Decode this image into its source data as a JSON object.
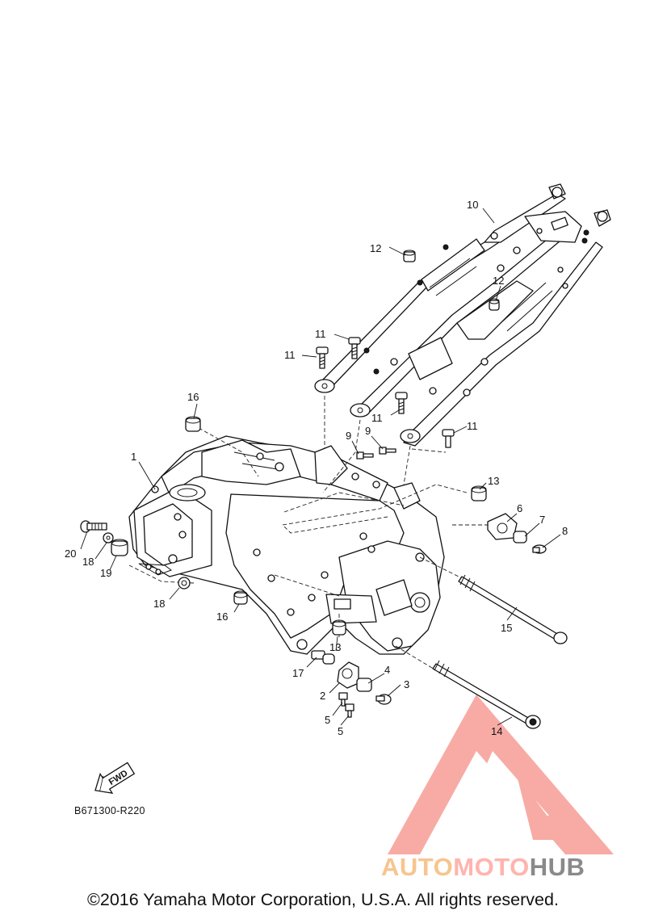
{
  "diagram": {
    "code": "B671300-R220",
    "fwd_label": "FWD",
    "callouts": [
      {
        "id": "c1",
        "text": "1"
      },
      {
        "id": "c2",
        "text": "2"
      },
      {
        "id": "c3",
        "text": "3"
      },
      {
        "id": "c4",
        "text": "4"
      },
      {
        "id": "c5a",
        "text": "5"
      },
      {
        "id": "c5b",
        "text": "5"
      },
      {
        "id": "c6",
        "text": "6"
      },
      {
        "id": "c7",
        "text": "7"
      },
      {
        "id": "c8",
        "text": "8"
      },
      {
        "id": "c9a",
        "text": "9"
      },
      {
        "id": "c9b",
        "text": "9"
      },
      {
        "id": "c10",
        "text": "10"
      },
      {
        "id": "c11a",
        "text": "11"
      },
      {
        "id": "c11b",
        "text": "11"
      },
      {
        "id": "c11c",
        "text": "11"
      },
      {
        "id": "c11d",
        "text": "11"
      },
      {
        "id": "c12a",
        "text": "12"
      },
      {
        "id": "c12b",
        "text": "12"
      },
      {
        "id": "c13a",
        "text": "13"
      },
      {
        "id": "c13b",
        "text": "13"
      },
      {
        "id": "c14",
        "text": "14"
      },
      {
        "id": "c15",
        "text": "15"
      },
      {
        "id": "c16a",
        "text": "16"
      },
      {
        "id": "c16b",
        "text": "16"
      },
      {
        "id": "c17",
        "text": "17"
      },
      {
        "id": "c18a",
        "text": "18"
      },
      {
        "id": "c18b",
        "text": "18"
      },
      {
        "id": "c19",
        "text": "19"
      },
      {
        "id": "c20",
        "text": "20"
      }
    ]
  },
  "watermark": {
    "part1": "AUTO",
    "part2": "MOTO",
    "part3": "HUB",
    "colors": {
      "auto": "#f7c58f",
      "moto": "#ffb4ad",
      "hub": "#8a8a8a",
      "logo": "#f58f86"
    }
  },
  "footer": {
    "copyright": "©2016 Yamaha Motor Corporation, U.S.A. All rights reserved."
  }
}
